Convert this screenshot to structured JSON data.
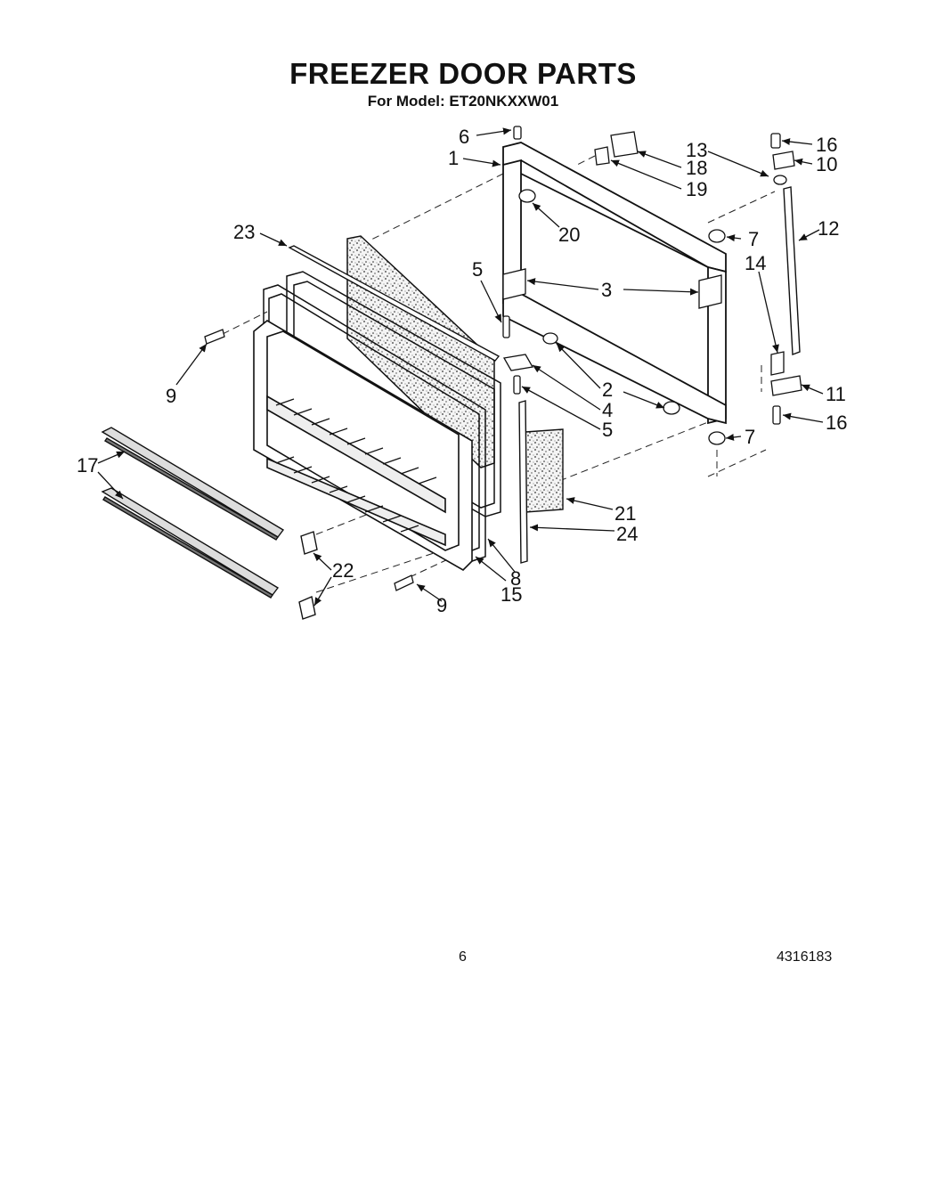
{
  "header": {
    "title": "FREEZER DOOR PARTS",
    "subtitle": "For Model: ET20NKXXW01"
  },
  "callouts": {
    "c1": "1",
    "c2": "2",
    "c3": "3",
    "c4": "4",
    "c5a": "5",
    "c5b": "5",
    "c6": "6",
    "c7a": "7",
    "c7b": "7",
    "c8": "8",
    "c9a": "9",
    "c9b": "9",
    "c10": "10",
    "c11": "11",
    "c12": "12",
    "c13": "13",
    "c14": "14",
    "c15": "15",
    "c16a": "16",
    "c16b": "16",
    "c17": "17",
    "c18": "18",
    "c19": "19",
    "c20": "20",
    "c21": "21",
    "c22": "22",
    "c23": "23",
    "c24": "24"
  },
  "footer": {
    "page_number": "6",
    "document_code": "4316183"
  }
}
